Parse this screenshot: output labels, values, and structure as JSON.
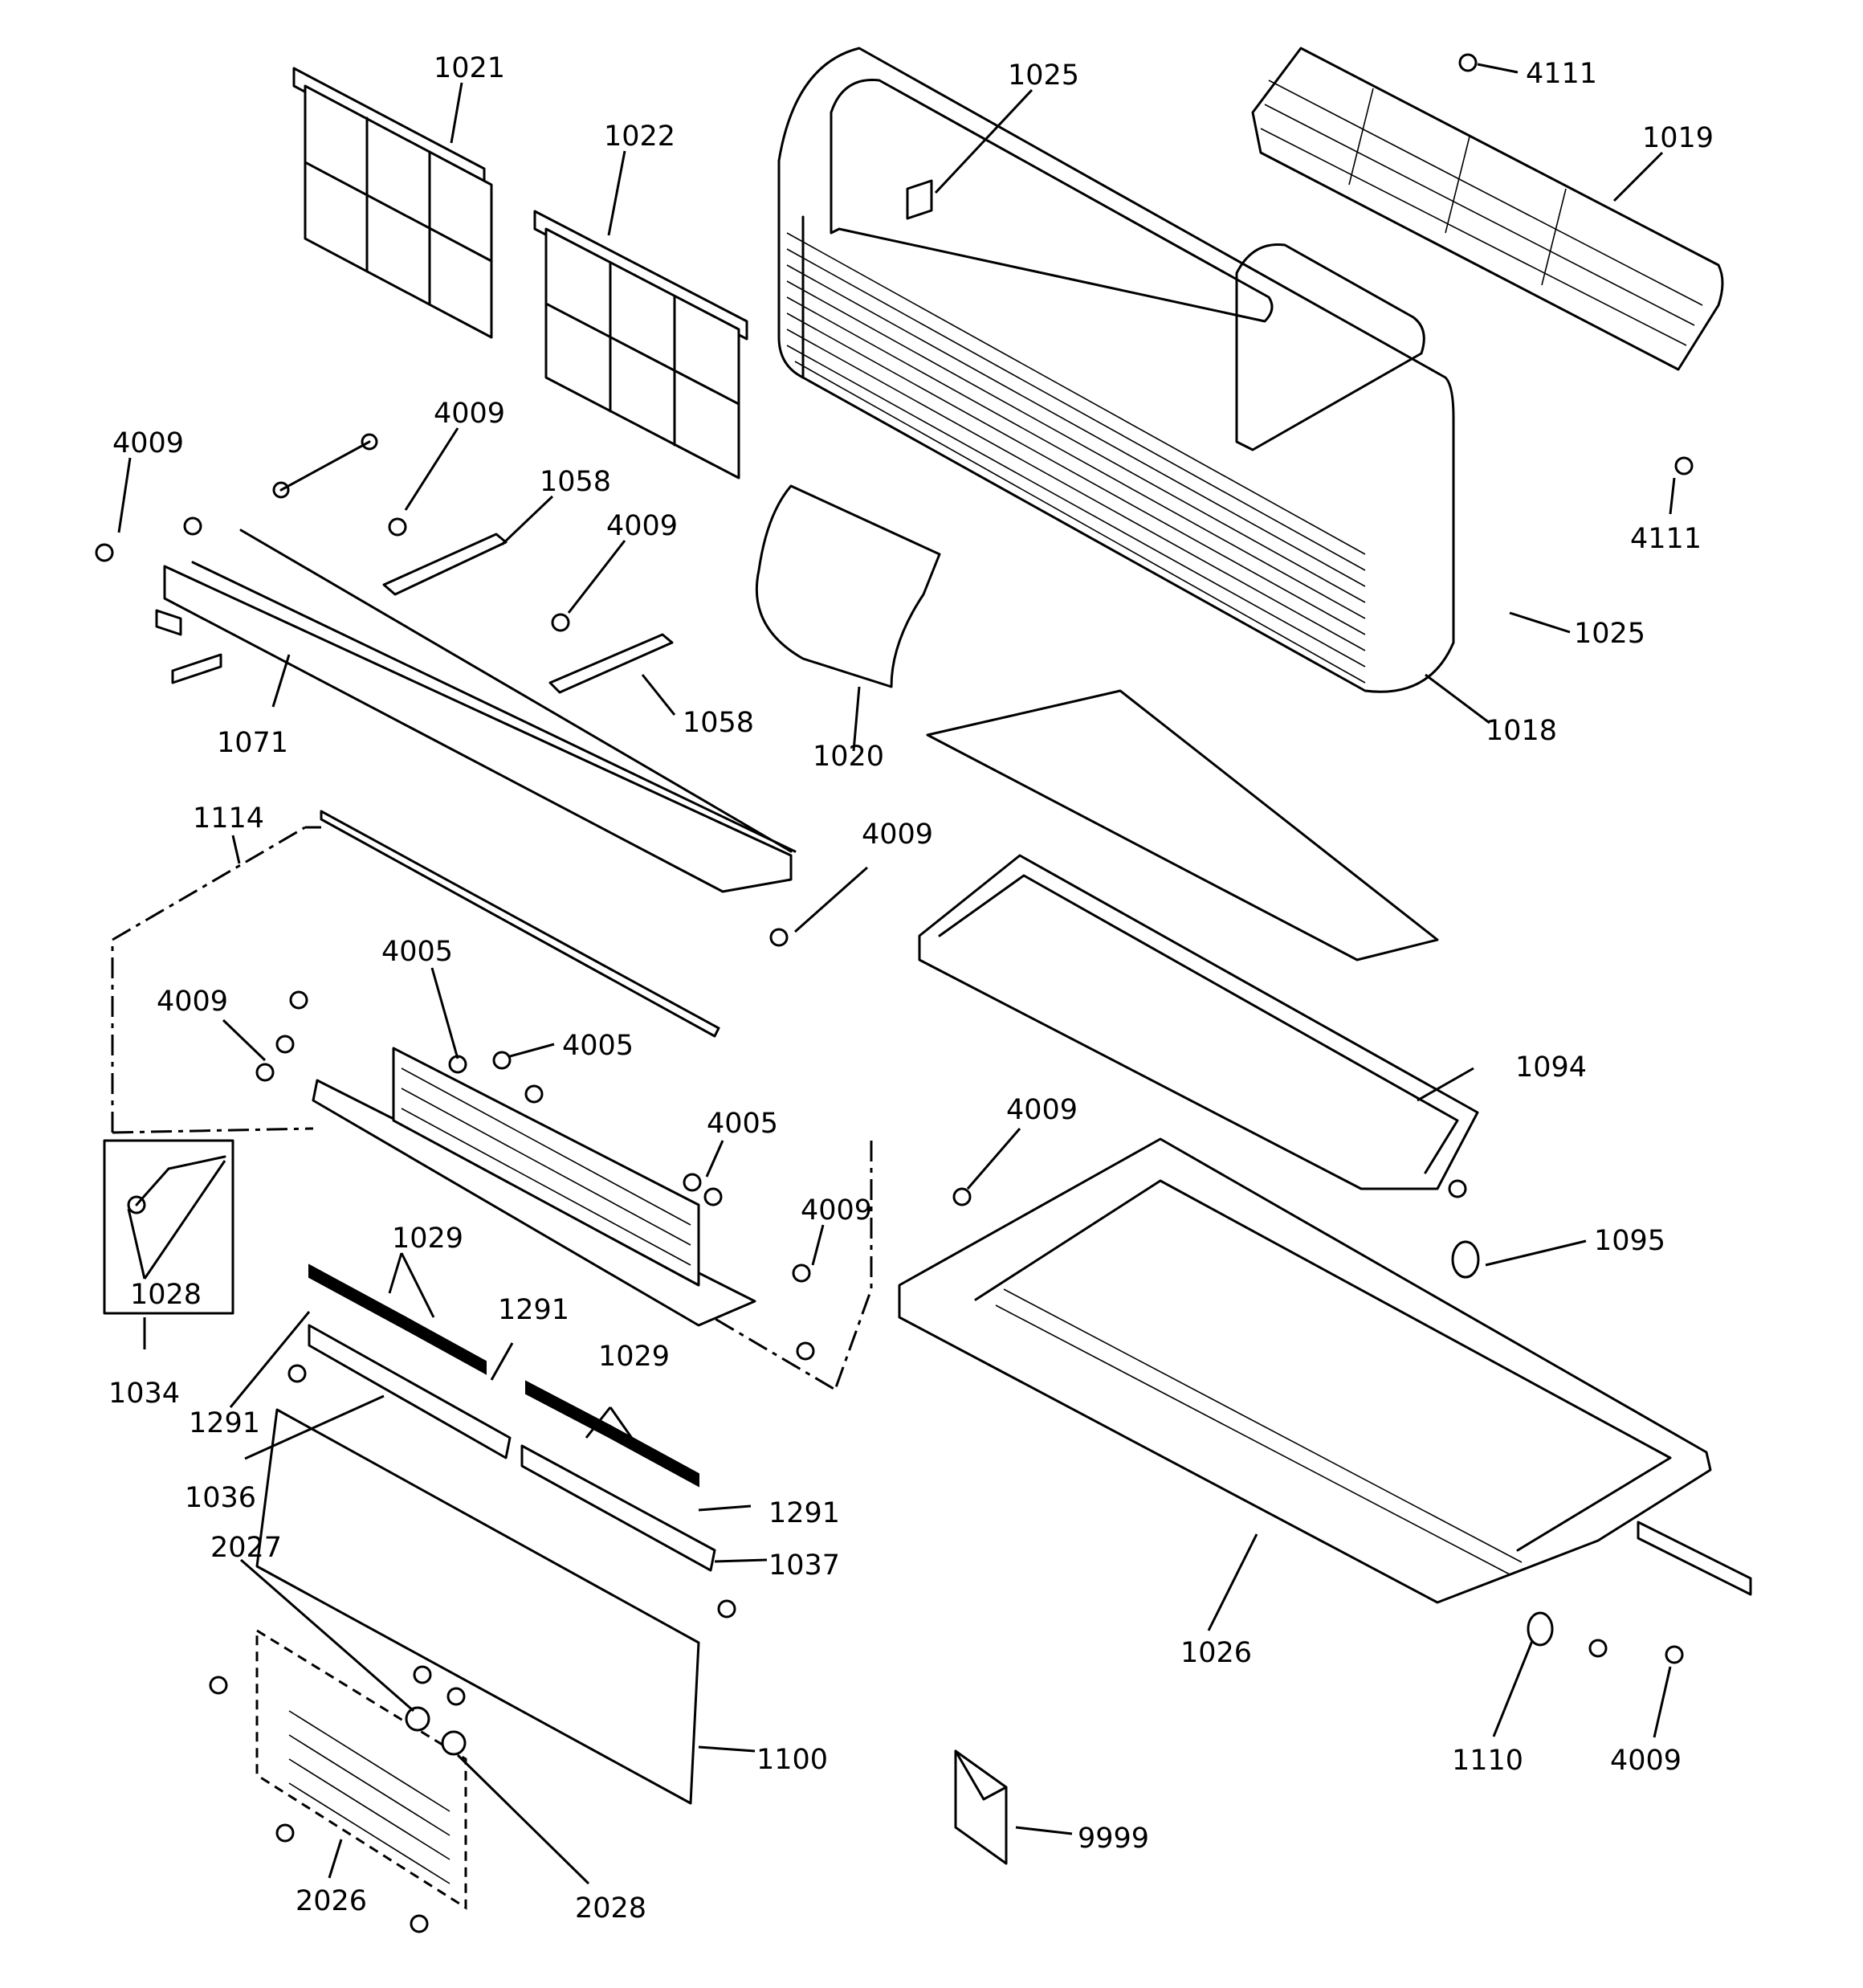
{
  "callouts": {
    "p1021": "1021",
    "p1022": "1022",
    "p1025_top": "1025",
    "p4111_top": "4111",
    "p1019": "1019",
    "p4009_left": "4009",
    "p4009_mid": "4009",
    "p1058_top": "1058",
    "p4009_center": "4009",
    "p4111_bottom": "4111",
    "p1025_bottom": "1025",
    "p1058_bottom": "1058",
    "p1071": "1071",
    "p1020": "1020",
    "p1018": "1018",
    "p1114": "1114",
    "p4009_rail": "4009",
    "p4005_top": "4005",
    "p4009_heater": "4009",
    "p4005_mid": "4005",
    "p1094": "1094",
    "p4005_low": "4005",
    "p4009_base": "4009",
    "p1029_top": "1029",
    "p4009_side": "4009",
    "p1095": "1095",
    "p1028": "1028",
    "p1291_top": "1291",
    "p1029_mid": "1029",
    "p1034": "1034",
    "p1291_left": "1291",
    "p1036": "1036",
    "p1291_right": "1291",
    "p2027": "2027",
    "p1037": "1037",
    "p1026": "1026",
    "p1100": "1100",
    "p1110": "1110",
    "p4009_bottom": "4009",
    "p9999": "9999",
    "p2026": "2026",
    "p2028": "2028"
  }
}
